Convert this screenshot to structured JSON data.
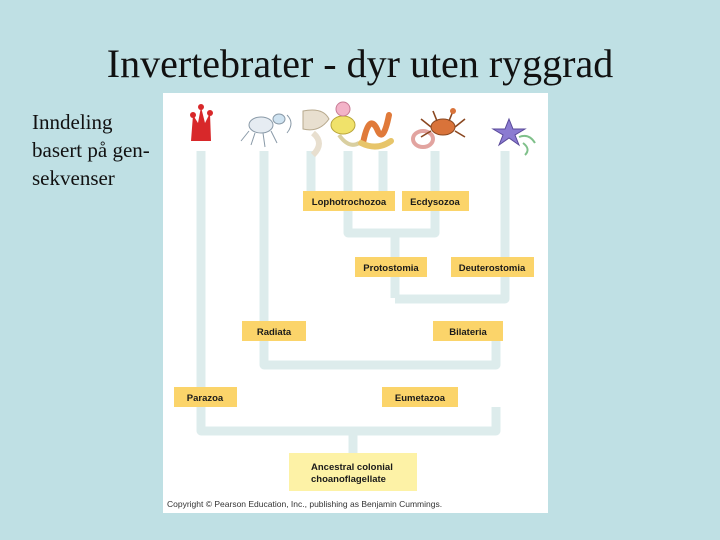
{
  "slide": {
    "title": "Invertebrater - dyr uten ryggrad",
    "side_note_lines": [
      "Inndeling",
      "basert på gen-",
      "sekvenser"
    ]
  },
  "tree": {
    "nodes": {
      "lophotrochozoa": "Lophotrochozoa",
      "ecdysozoa": "Ecdysozoa",
      "protostomia": "Protostomia",
      "deuterostomia": "Deuterostomia",
      "radiata": "Radiata",
      "bilateria": "Bilateria",
      "parazoa": "Parazoa",
      "eumetazoa": "Eumetazoa",
      "ancestor_line1": "Ancestral colonial",
      "ancestor_line2": "choanoflagellate"
    },
    "credit": "Copyright © Pearson Education, Inc., publishing as Benjamin Cummings."
  },
  "colors": {
    "background": "#bfe0e4",
    "branch": "#ddecec",
    "label_box": "#fbd46a"
  },
  "icons": [
    "sponge-icon",
    "cnidarian-icon",
    "flatworm-icon",
    "mollusc-icon",
    "annelid-icon",
    "nematode-icon",
    "arthropod-icon",
    "echinoderm-icon"
  ]
}
